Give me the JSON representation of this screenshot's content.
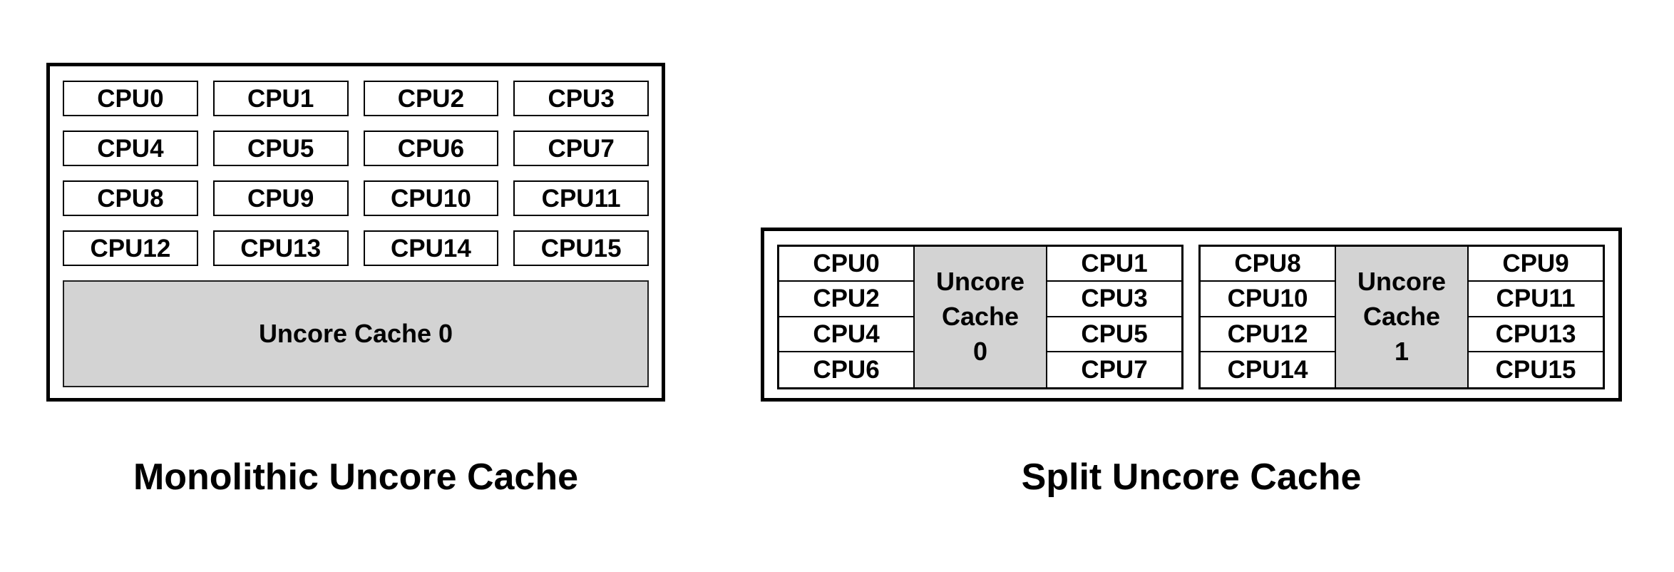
{
  "colors": {
    "background": "#ffffff",
    "border": "#000000",
    "cache_fill": "#d3d3d3"
  },
  "monolithic": {
    "caption": "Monolithic Uncore Cache",
    "cpus": [
      "CPU0",
      "CPU1",
      "CPU2",
      "CPU3",
      "CPU4",
      "CPU5",
      "CPU6",
      "CPU7",
      "CPU8",
      "CPU9",
      "CPU10",
      "CPU11",
      "CPU12",
      "CPU13",
      "CPU14",
      "CPU15"
    ],
    "cache_label": "Uncore Cache 0"
  },
  "split": {
    "caption": "Split Uncore Cache",
    "clusters": [
      {
        "left_cpus": [
          "CPU0",
          "CPU2",
          "CPU4",
          "CPU6"
        ],
        "cache_label_lines": [
          "Uncore",
          "Cache",
          "0"
        ],
        "right_cpus": [
          "CPU1",
          "CPU3",
          "CPU5",
          "CPU7"
        ]
      },
      {
        "left_cpus": [
          "CPU8",
          "CPU10",
          "CPU12",
          "CPU14"
        ],
        "cache_label_lines": [
          "Uncore",
          "Cache",
          "1"
        ],
        "right_cpus": [
          "CPU9",
          "CPU11",
          "CPU13",
          "CPU15"
        ]
      }
    ]
  }
}
